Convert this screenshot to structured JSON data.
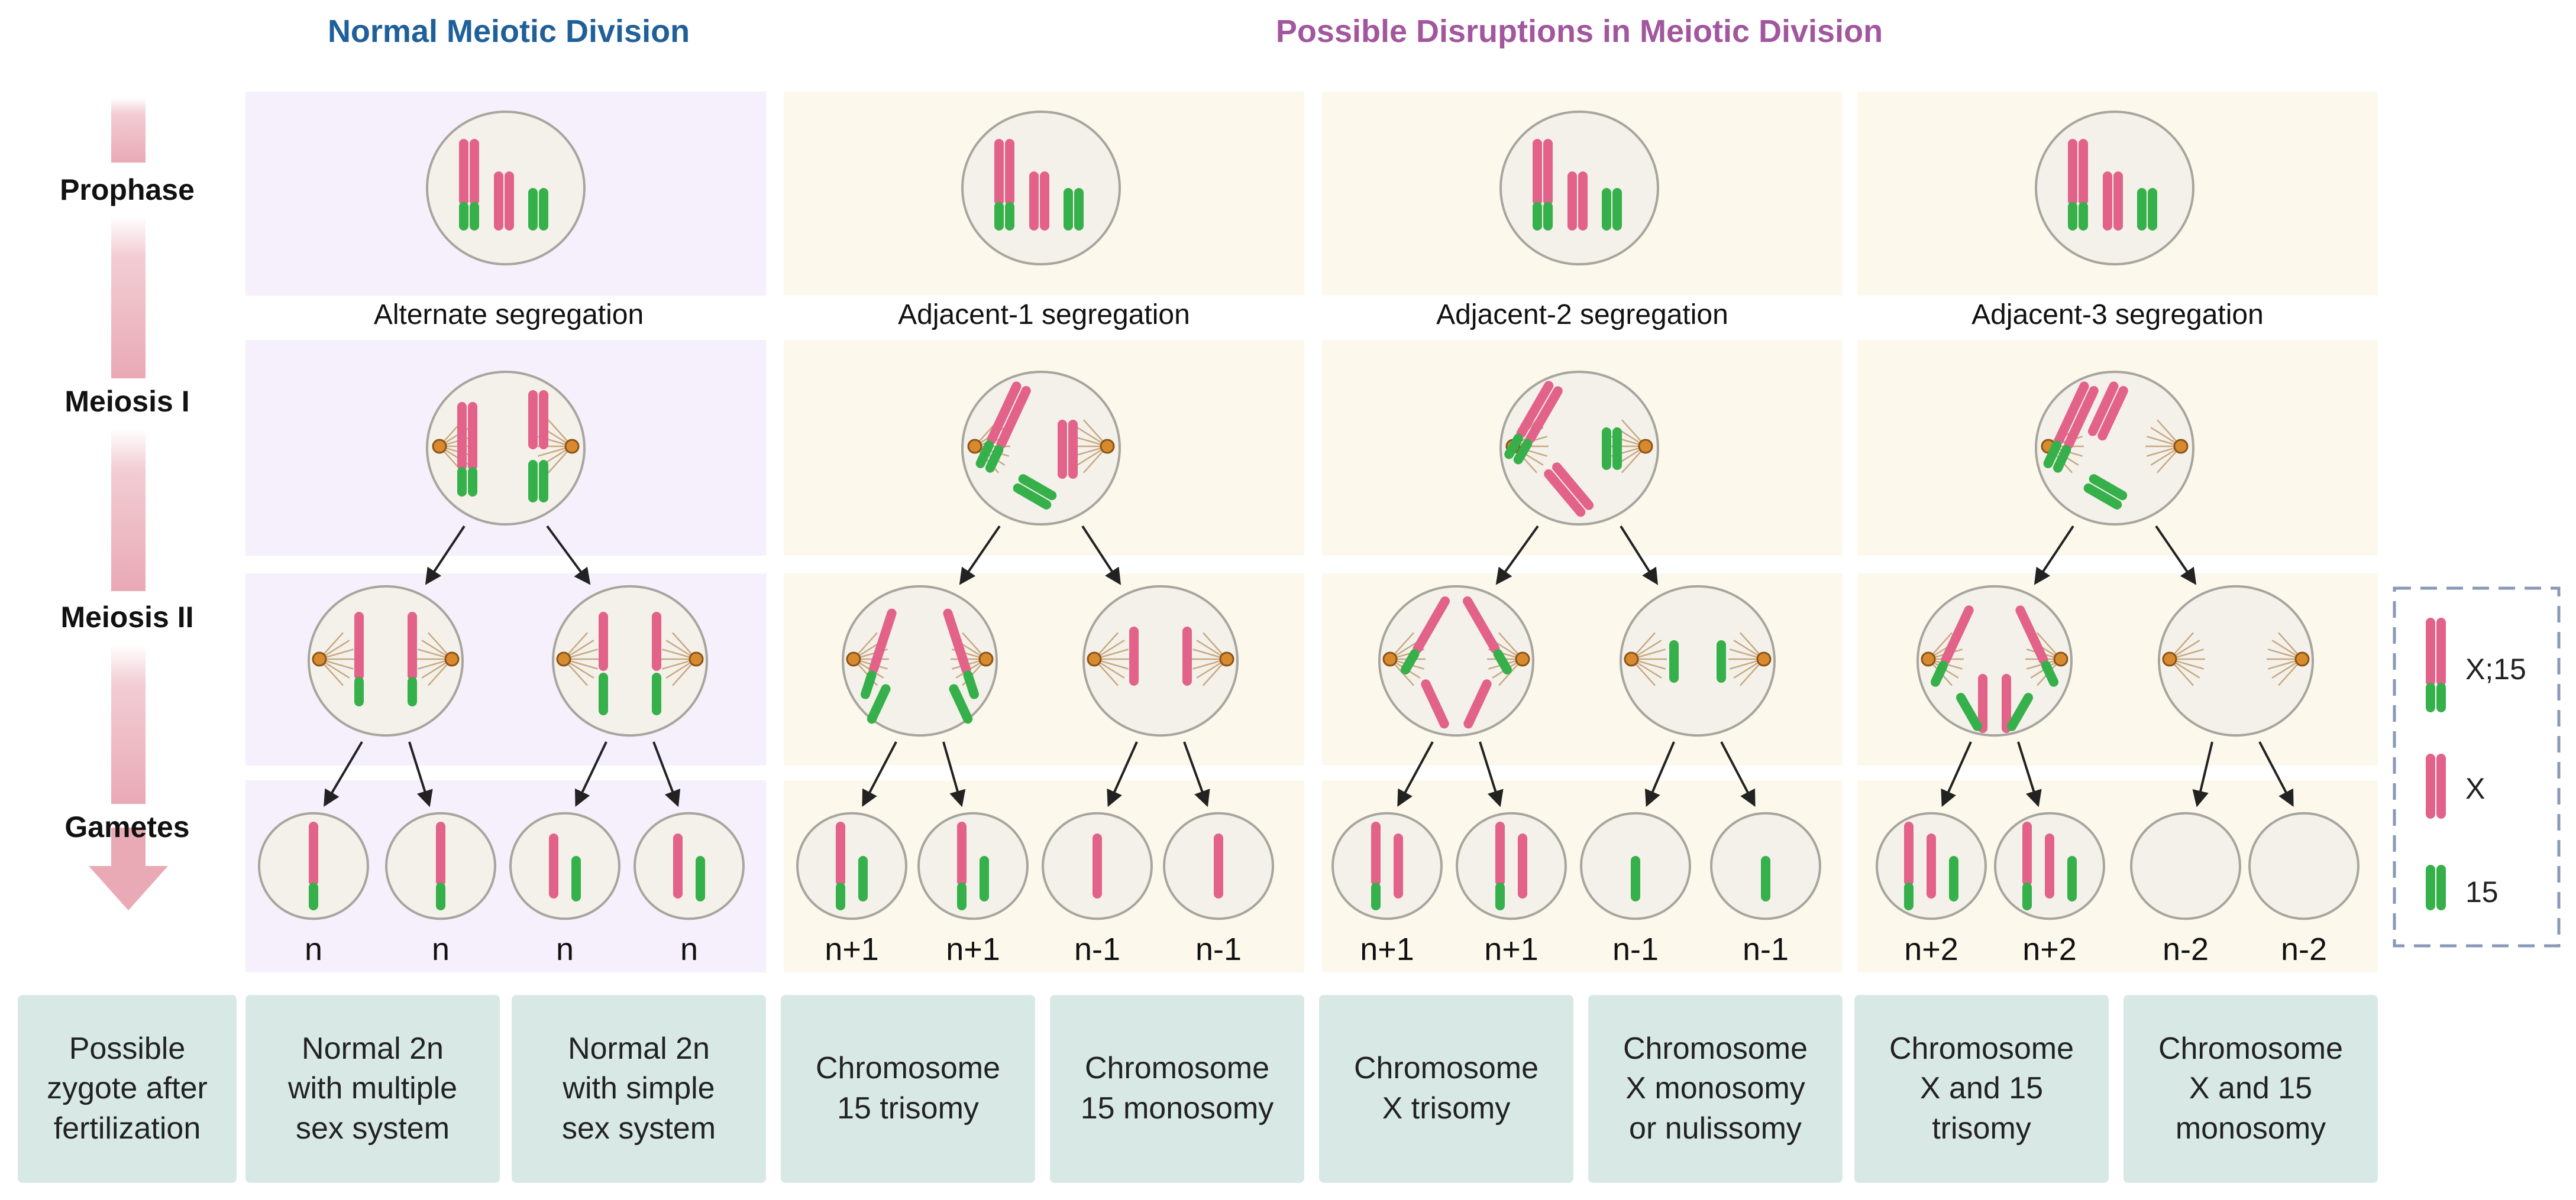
{
  "headings": {
    "normal": "Normal Meiotic Division",
    "disruptions": "Possible Disruptions in Meiotic Division"
  },
  "stages": [
    "Prophase",
    "Meiosis I",
    "Meiosis II",
    "Gametes"
  ],
  "columns": [
    {
      "segregation": "Alternate segregation",
      "type": "normal",
      "meiosis1": "alternate",
      "meiosis2": [
        "normal-a",
        "normal-b"
      ],
      "gametes": [
        {
          "chromosomes": [
            "X15"
          ],
          "ploidy": "n"
        },
        {
          "chromosomes": [
            "X15"
          ],
          "ploidy": "n"
        },
        {
          "chromosomes": [
            "X",
            "15"
          ],
          "ploidy": "n"
        },
        {
          "chromosomes": [
            "X",
            "15"
          ],
          "ploidy": "n"
        }
      ],
      "zygotes": [
        "Normal 2n\nwith multiple\nsex system",
        "Normal 2n\nwith simple\nsex system"
      ]
    },
    {
      "segregation": "Adjacent-1 segregation",
      "type": "disruption",
      "meiosis1": "adjacent1",
      "meiosis2": [
        "adj-a",
        "adj-b"
      ],
      "gametes": [
        {
          "chromosomes": [
            "X15",
            "15"
          ],
          "ploidy": "n+1"
        },
        {
          "chromosomes": [
            "X15",
            "15"
          ],
          "ploidy": "n+1"
        },
        {
          "chromosomes": [
            "X"
          ],
          "ploidy": "n-1"
        },
        {
          "chromosomes": [
            "X"
          ],
          "ploidy": "n-1"
        }
      ],
      "zygotes": [
        "Chromosome\n15 trisomy",
        "Chromosome\n15 monosomy"
      ]
    },
    {
      "segregation": "Adjacent-2 segregation",
      "type": "disruption",
      "meiosis1": "adjacent2",
      "meiosis2": [
        "adj2-a",
        "adj2-b"
      ],
      "gametes": [
        {
          "chromosomes": [
            "X15",
            "X"
          ],
          "ploidy": "n+1"
        },
        {
          "chromosomes": [
            "X15",
            "X"
          ],
          "ploidy": "n+1"
        },
        {
          "chromosomes": [
            "15"
          ],
          "ploidy": "n-1"
        },
        {
          "chromosomes": [
            "15"
          ],
          "ploidy": "n-1"
        }
      ],
      "zygotes": [
        "Chromosome\nX trisomy",
        "Chromosome\nX monosomy\nor nulissomy"
      ]
    },
    {
      "segregation": "Adjacent-3 segregation",
      "type": "disruption",
      "meiosis1": "adjacent3",
      "meiosis2": [
        "adj3-a",
        "adj3-b"
      ],
      "gametes": [
        {
          "chromosomes": [
            "X15",
            "X",
            "15"
          ],
          "ploidy": "n+2"
        },
        {
          "chromosomes": [
            "X15",
            "X",
            "15"
          ],
          "ploidy": "n+2"
        },
        {
          "chromosomes": [],
          "ploidy": "n-2"
        },
        {
          "chromosomes": [],
          "ploidy": "n-2"
        }
      ],
      "zygotes": [
        "Chromosome\nX and 15\ntrisomy",
        "Chromosome\nX and 15\nmonosomy"
      ]
    }
  ],
  "zygote_row_label": "Possible\nzygote after\nfertilization",
  "legend": [
    {
      "key": "X15",
      "label": "X;15"
    },
    {
      "key": "X",
      "label": "X"
    },
    {
      "key": "15",
      "label": "15"
    }
  ],
  "colors": {
    "normal_panel": "#f5f0fc",
    "disruption_panel": "#fcf9ec",
    "zygote_box": "#d8e9e5",
    "pink": "#e2628a",
    "green": "#36b04a",
    "cell_fill": "#f3f1ea",
    "cell_stroke": "#a7a59d",
    "centrosome": "#d98a2e",
    "arrow_gradient": "#e9a9b5",
    "legend_border": "#8899b8"
  }
}
